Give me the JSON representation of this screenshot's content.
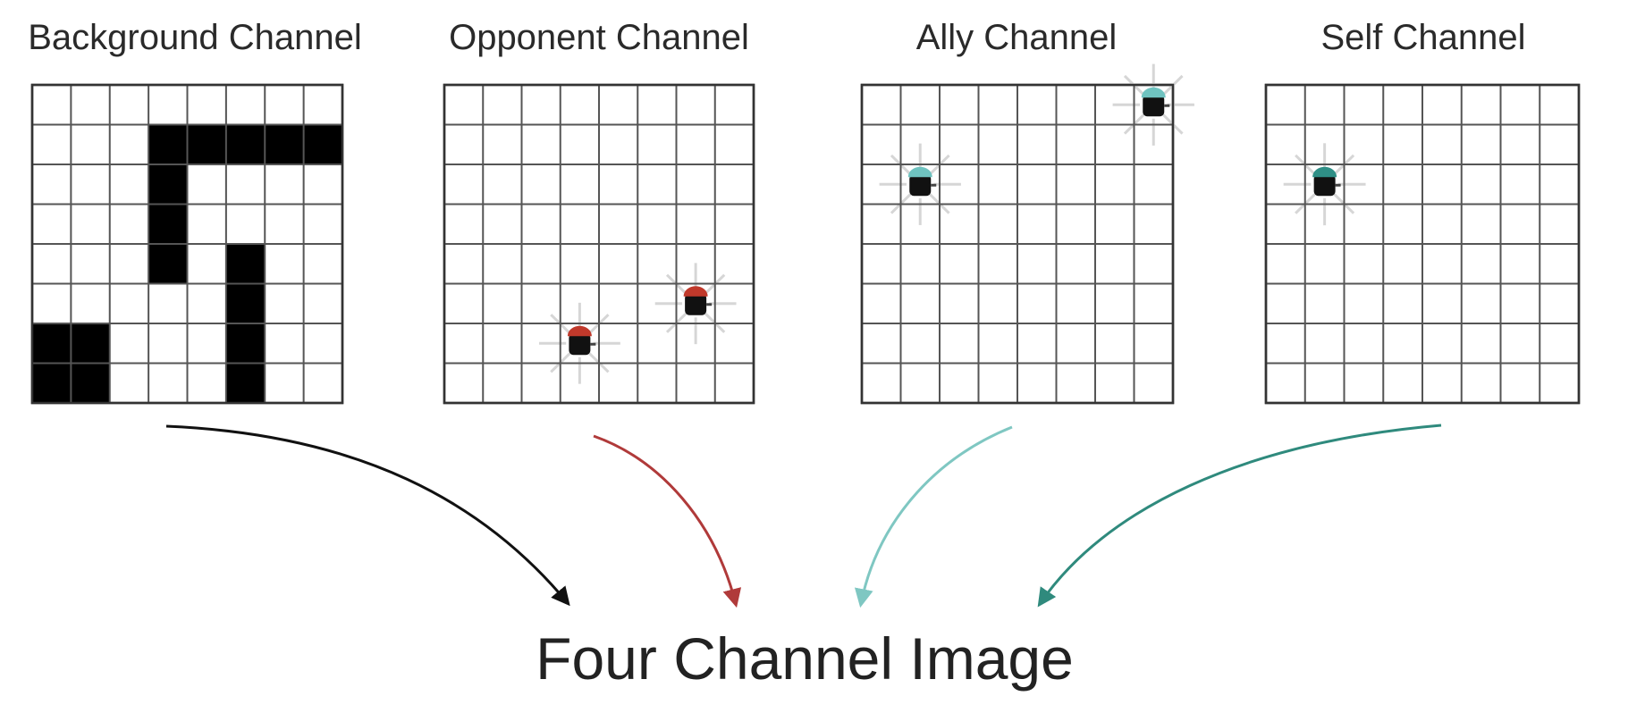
{
  "diagram": {
    "grid_size": 8,
    "channels": [
      {
        "title": "Background Channel",
        "walls": [
          {
            "col": 3,
            "row": 1,
            "w": 5,
            "h": 1
          },
          {
            "col": 3,
            "row": 2,
            "w": 1,
            "h": 3
          },
          {
            "col": 5,
            "row": 4,
            "w": 1,
            "h": 4
          },
          {
            "col": 0,
            "row": 6,
            "w": 2,
            "h": 2
          }
        ],
        "agents": []
      },
      {
        "title": "Opponent Channel",
        "walls": [],
        "agents": [
          {
            "col": 3,
            "row": 6,
            "color": "#c0392b"
          },
          {
            "col": 6,
            "row": 5,
            "color": "#c0392b"
          }
        ]
      },
      {
        "title": "Ally Channel",
        "walls": [],
        "agents": [
          {
            "col": 1,
            "row": 2,
            "color": "#6fc3c0"
          },
          {
            "col": 7,
            "row": 0,
            "color": "#6fc3c0"
          }
        ]
      },
      {
        "title": "Self Channel",
        "walls": [],
        "agents": [
          {
            "col": 1,
            "row": 2,
            "color": "#2f8f86"
          }
        ]
      }
    ],
    "arrow_colors": [
      "#111111",
      "#b03a3a",
      "#7fc7c2",
      "#2f8a7d"
    ],
    "output_label": "Four Channel Image"
  }
}
